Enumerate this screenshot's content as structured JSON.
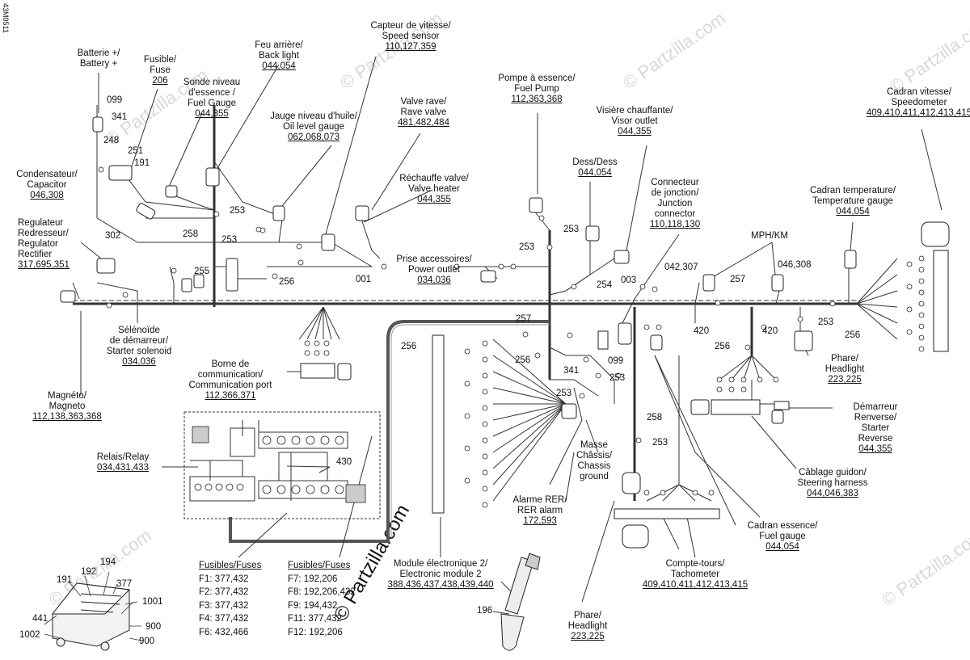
{
  "drawing_code": "43M0511",
  "watermark": "© Partzilla.com",
  "labels": {
    "battery": {
      "lines": [
        "Batterie +/",
        "Battery +"
      ]
    },
    "fuse": {
      "lines": [
        "Fusible/",
        "Fuse"
      ],
      "ref": "206"
    },
    "fuel_sensor": {
      "lines": [
        "Sonde niveau",
        "d'essence /",
        "Fuel Gauge"
      ],
      "ref": "044,355"
    },
    "back_light": {
      "lines": [
        "Feu arrière/",
        "Back light"
      ],
      "ref": "044,054"
    },
    "speed_sensor": {
      "lines": [
        "Capteur de vitesse/",
        "Speed sensor"
      ],
      "ref": "110,127,359"
    },
    "oil_gauge": {
      "lines": [
        "Jauge niveau d'huile/",
        "Oil level gauge"
      ],
      "ref": "062,068,073"
    },
    "rave_valve": {
      "lines": [
        "Valve rave/",
        "Rave valve"
      ],
      "ref": "481,482,484"
    },
    "valve_heater": {
      "lines": [
        "Réchauffe valve/",
        "Valve heater"
      ],
      "ref": "044,355"
    },
    "fuel_pump": {
      "lines": [
        "Pompe à essence/",
        "Fuel Pump"
      ],
      "ref": "112,363,368"
    },
    "visor_outlet": {
      "lines": [
        "Visière chauffante/",
        "Visor outlet"
      ],
      "ref": "044,355"
    },
    "dess": {
      "lines": [
        "Dess/Dess"
      ],
      "ref": "044,054"
    },
    "junction": {
      "lines": [
        "Connecteur",
        "de jonction/",
        "Junction",
        "connector"
      ],
      "ref": "110,118,130"
    },
    "speedometer": {
      "lines": [
        "Cadran vitesse/",
        "Speedometer"
      ],
      "ref": "409,410,411,412,413,415"
    },
    "temp_gauge": {
      "lines": [
        "Cadran temperature/",
        "Temperature gauge"
      ],
      "ref": "044,054"
    },
    "mph_km": {
      "lines": [
        "MPH/KM"
      ]
    },
    "capacitor": {
      "lines": [
        "Condensateur/",
        "Capacitor"
      ],
      "ref": "046,308"
    },
    "regulator": {
      "lines": [
        "Regulateur",
        "Redresseur/",
        "Regulator",
        "Rectifier"
      ],
      "ref": "317,695,351"
    },
    "power_outlet": {
      "lines": [
        "Prise accessoires/",
        "Power outlet"
      ],
      "ref": "034,036"
    },
    "starter_solenoid": {
      "lines": [
        "Sélénoïde",
        "de démarreur/",
        "Starter solenoid"
      ],
      "ref": "034,036"
    },
    "comm_port": {
      "lines": [
        "Borne de",
        "communication/",
        "Communication port"
      ],
      "ref": "112,366,371"
    },
    "magneto": {
      "lines": [
        "Magnéto/",
        "Magneto"
      ],
      "ref": "112,138,363,368"
    },
    "relay": {
      "lines": [
        "Relais/Relay"
      ],
      "ref": "034,431,433"
    },
    "headlight_right": {
      "lines": [
        "Phare/",
        "Headlight"
      ],
      "ref": "223,225"
    },
    "starter_reverse": {
      "lines": [
        "Démarreur",
        "Renverse/",
        "Starter",
        "Reverse"
      ],
      "ref": "044,355"
    },
    "ground": {
      "lines": [
        "Masse",
        "Châssis/",
        "Chassis",
        "ground"
      ]
    },
    "steering_harness": {
      "lines": [
        "Câblage guidon/",
        "Steering harness"
      ],
      "ref": "044,046,383"
    },
    "rer_alarm": {
      "lines": [
        "Alarme RER/",
        "RER alarm"
      ],
      "ref": "172,593"
    },
    "fuel_gauge": {
      "lines": [
        "Cadran essence/",
        "Fuel gauge"
      ],
      "ref": "044,054"
    },
    "tachometer": {
      "lines": [
        "Compte-tours/",
        "Tachometer"
      ],
      "ref": "409,410,411,412,413,415"
    },
    "module2": {
      "lines": [
        "Module électronique 2/",
        "Electronic module 2"
      ],
      "ref": "388,436,437,438,439,440"
    },
    "headlight_bottom": {
      "lines": [
        "Phare/",
        "Headlight"
      ],
      "ref": "223,225"
    }
  },
  "callouts": [
    "099",
    "341",
    "248",
    "251",
    "191",
    "302",
    "253",
    "258",
    "253",
    "255",
    "256",
    "001",
    "253",
    "253",
    "254",
    "003",
    "042,307",
    "257",
    "046,308",
    "420",
    "420",
    "253",
    "256",
    "257",
    "256",
    "256",
    "099",
    "341",
    "253",
    "253",
    "258",
    "253",
    "430",
    "196",
    "194",
    "192",
    "377",
    "191",
    "1001",
    "441",
    "1002",
    "900",
    "900"
  ],
  "fuses": {
    "left_title": "Fusibles/Fuses",
    "left": [
      "F1: 377,432",
      "F2: 377,432",
      "F3: 377,432",
      "F4: 377,432",
      "F6: 432,466"
    ],
    "right_title": "Fusibles/Fuses",
    "right": [
      "F7: 192,206",
      "F8: 192,206,432",
      "F9: 194,432",
      "F11: 377,432",
      "F12: 192,206"
    ]
  }
}
